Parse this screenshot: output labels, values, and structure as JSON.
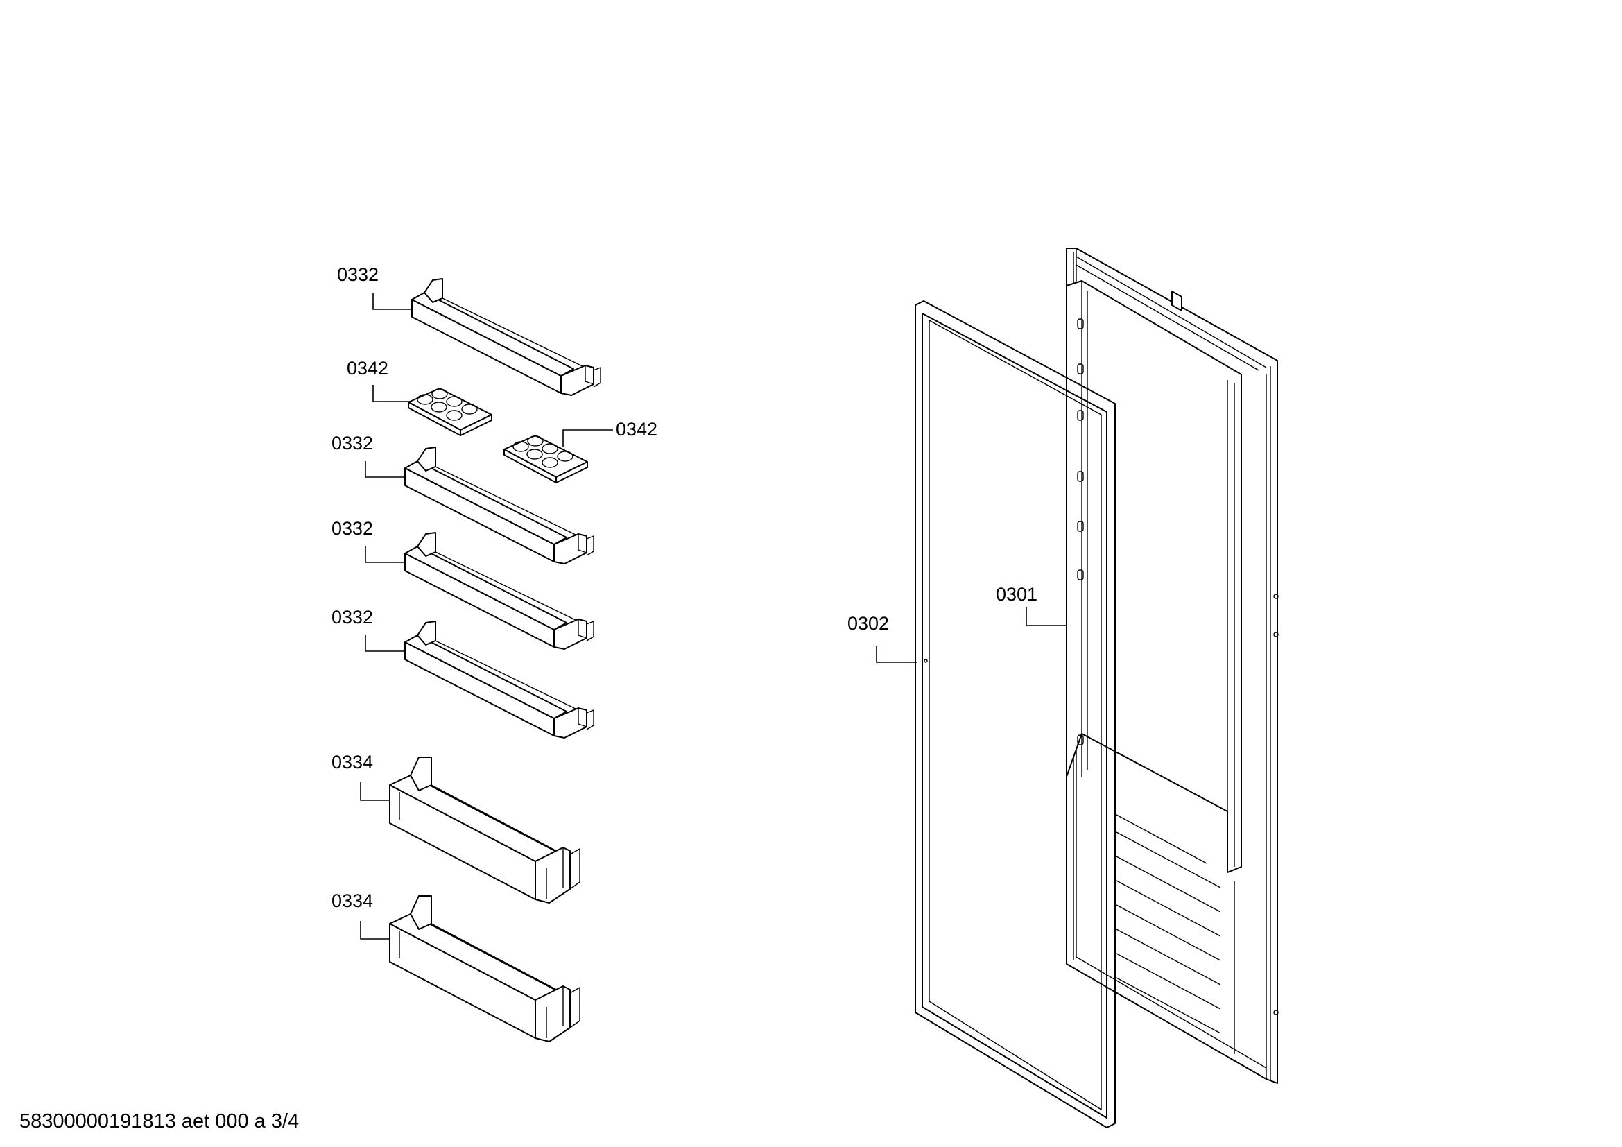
{
  "diagram": {
    "labels": {
      "shelf_1": "0332",
      "egg_tray_1": "0342",
      "egg_tray_2": "0342",
      "shelf_2": "0332",
      "shelf_3": "0332",
      "shelf_4": "0332",
      "bottle_shelf_1": "0334",
      "bottle_shelf_2": "0334",
      "door_inner": "0301",
      "door_gasket": "0302"
    },
    "footer": "58300000191813 aet 000 a 3/4"
  }
}
